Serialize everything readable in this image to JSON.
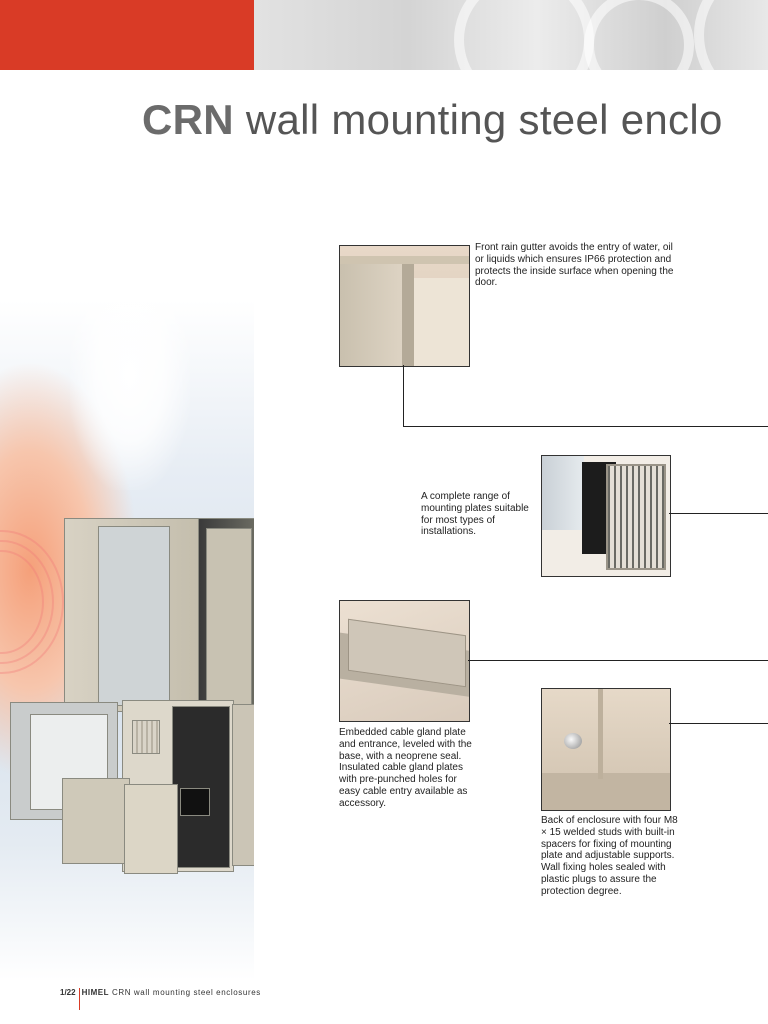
{
  "title": {
    "brand": "CRN",
    "rest": " wall mounting steel enclo"
  },
  "features": [
    {
      "caption": "Front rain gutter avoids the entry of water, oil or liquids which ensures IP66 protection and protects the inside surface when opening the door."
    },
    {
      "caption": "A complete range of mounting plates suitable for most types of installations."
    },
    {
      "caption": "Embedded cable gland plate and entrance, leveled with the base, with a neoprene seal.\nInsulated cable gland plates with pre-punched holes for easy cable entry available as accessory."
    },
    {
      "caption": "Back of enclosure with four M8 × 15 welded studs with built-in spacers for fixing of mounting plate and adjustable supports.\nWall fixing holes sealed with plastic plugs to assure the protection degree."
    }
  ],
  "footer": {
    "page_number": "1/22",
    "brand": "HIMEL",
    "subtitle": "CRN wall mounting steel enclosures"
  }
}
